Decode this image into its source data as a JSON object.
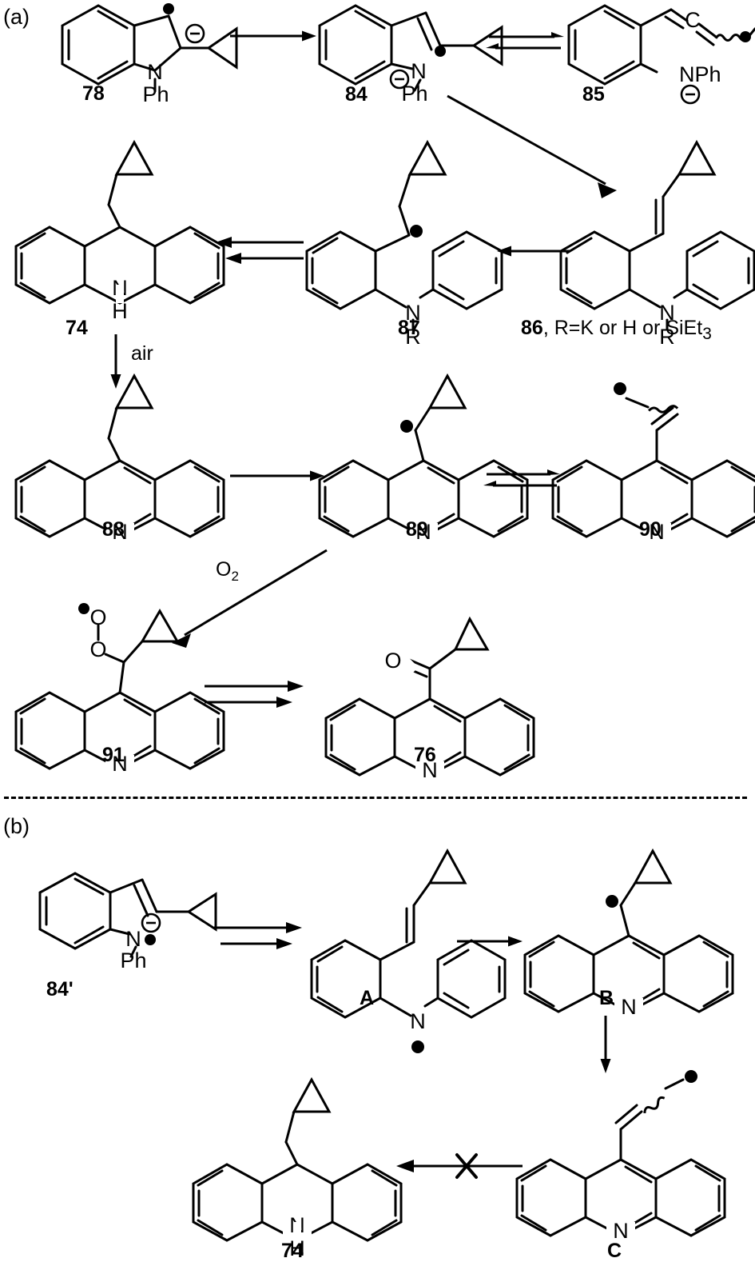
{
  "figure": {
    "type": "reaction-scheme",
    "panels": [
      {
        "id": "a",
        "label": "(a)"
      },
      {
        "id": "b",
        "label": "(b)"
      }
    ]
  },
  "panel_a": {
    "compounds": [
      {
        "id": "78",
        "label": "78",
        "name": "indolyl-radical-anion-cyclopropyl",
        "atoms": [
          "N",
          "Ph"
        ],
        "charges": [
          "minus"
        ],
        "radicals": 1
      },
      {
        "id": "84",
        "label": "84",
        "name": "ring-opened-vinyl-radical-amide",
        "atoms": [
          "N",
          "Ph"
        ],
        "charges": [
          "minus"
        ],
        "radicals": 1
      },
      {
        "id": "85",
        "label": "85",
        "name": "allene-amide-distonic-radical",
        "atoms": [
          "C",
          "NPh"
        ],
        "charges": [
          "minus"
        ],
        "radicals": 1
      },
      {
        "id": "74",
        "label": "74",
        "name": "9-cyclopropylmethyl-dihydroacridine",
        "atoms": [
          "N",
          "H"
        ]
      },
      {
        "id": "87",
        "label": "87",
        "name": "aryl-radical-diphenylamine",
        "atoms": [
          "N",
          "R"
        ],
        "radicals": 1
      },
      {
        "id": "86",
        "label": "86",
        "suffix": ", R=K or H or SiEt",
        "suffix_sub": "3",
        "name": "cyclopropyl-vinyl-diphenylamine",
        "atoms": [
          "N",
          "R"
        ]
      },
      {
        "id": "88",
        "label": "88",
        "name": "9-cyclopropylmethylacridine",
        "atoms": [
          "N"
        ]
      },
      {
        "id": "89",
        "label": "89",
        "name": "acridinyl-cyclopropylmethyl-radical",
        "atoms": [
          "N"
        ],
        "radicals": 1
      },
      {
        "id": "90",
        "label": "90",
        "name": "ring-opened-homoallyl-radical-acridine",
        "atoms": [
          "N"
        ],
        "radicals": 1
      },
      {
        "id": "91",
        "label": "91",
        "name": "acridinyl-peroxy-radical",
        "atoms": [
          "O",
          "O",
          "N"
        ],
        "radicals": 1
      },
      {
        "id": "76",
        "label": "76",
        "name": "cyclopropyl-acridin-9-yl-ketone",
        "atoms": [
          "O",
          "N"
        ]
      }
    ],
    "conditions": [
      {
        "id": "air",
        "label": "air",
        "name": "air-oxidation-condition"
      },
      {
        "id": "o2",
        "label": "O",
        "sub": "2",
        "name": "dioxygen-condition"
      }
    ],
    "arrows": [
      {
        "name": "arrow-78-to-84",
        "kind": "single"
      },
      {
        "name": "arrow-84-to-85",
        "kind": "equilibrium"
      },
      {
        "name": "arrow-84-to-86-diagonal",
        "kind": "single"
      },
      {
        "name": "arrow-86-to-87",
        "kind": "single"
      },
      {
        "name": "arrow-87-to-74",
        "kind": "double-retro"
      },
      {
        "name": "arrow-74-to-88-air",
        "kind": "single"
      },
      {
        "name": "arrow-88-to-89",
        "kind": "single"
      },
      {
        "name": "arrow-89-to-90",
        "kind": "equilibrium"
      },
      {
        "name": "arrow-89-to-91-o2",
        "kind": "single"
      },
      {
        "name": "arrow-91-to-76",
        "kind": "double-retro"
      }
    ]
  },
  "panel_b": {
    "compounds": [
      {
        "id": "84p",
        "label": "84'",
        "name": "nitrogen-radical-carbanion-isomer",
        "atoms": [
          "N",
          "Ph"
        ],
        "charges": [
          "minus"
        ],
        "radicals": 1
      },
      {
        "id": "A",
        "label": "A",
        "name": "aminyl-radical-stilbenyl-amine",
        "atoms": [
          "N"
        ],
        "radicals": 1
      },
      {
        "id": "B",
        "label": "B",
        "name": "cyclized-acridanyl-radical",
        "atoms": [
          "N"
        ],
        "radicals": 1
      },
      {
        "id": "C",
        "label": "C",
        "name": "ring-opened-acridanyl-homoallyl-radical",
        "atoms": [
          "N"
        ],
        "radicals": 1
      },
      {
        "id": "74b",
        "label": "74",
        "name": "9-cyclopropylmethyl-dihydroacridine",
        "atoms": [
          "N",
          "H"
        ]
      }
    ],
    "arrows": [
      {
        "name": "arrow-84p-to-A",
        "kind": "double-retro"
      },
      {
        "name": "arrow-A-to-B",
        "kind": "single"
      },
      {
        "name": "arrow-B-to-C",
        "kind": "single-down"
      },
      {
        "name": "arrow-C-to-74-blocked",
        "kind": "single-blocked",
        "blocked_marker": "X"
      }
    ]
  },
  "style": {
    "stroke": "#000000",
    "background": "#ffffff",
    "line_width": 3
  }
}
